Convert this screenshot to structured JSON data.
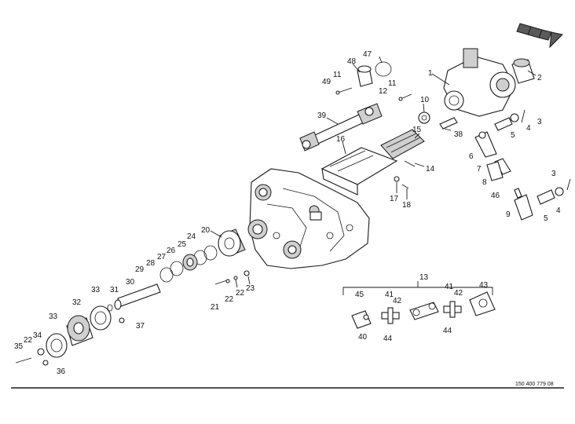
{
  "diagram": {
    "callouts": [
      {
        "id": "c1",
        "text": "1"
      },
      {
        "id": "c2",
        "text": "2"
      },
      {
        "id": "c3a",
        "text": "3"
      },
      {
        "id": "c4a",
        "text": "4"
      },
      {
        "id": "c5a",
        "text": "5"
      },
      {
        "id": "c6",
        "text": "6"
      },
      {
        "id": "c7",
        "text": "7"
      },
      {
        "id": "c8",
        "text": "8"
      },
      {
        "id": "c46",
        "text": "46"
      },
      {
        "id": "c9",
        "text": "9"
      },
      {
        "id": "c3b",
        "text": "3"
      },
      {
        "id": "c4b",
        "text": "4"
      },
      {
        "id": "c5b",
        "text": "5"
      },
      {
        "id": "c47",
        "text": "47"
      },
      {
        "id": "c48",
        "text": "48"
      },
      {
        "id": "c49",
        "text": "49"
      },
      {
        "id": "c11a",
        "text": "11"
      },
      {
        "id": "c11b",
        "text": "11"
      },
      {
        "id": "c12",
        "text": "12"
      },
      {
        "id": "c10",
        "text": "10"
      },
      {
        "id": "c39",
        "text": "39"
      },
      {
        "id": "c38",
        "text": "38"
      },
      {
        "id": "c16",
        "text": "16"
      },
      {
        "id": "c14",
        "text": "14"
      },
      {
        "id": "c15",
        "text": "15"
      },
      {
        "id": "c17",
        "text": "17"
      },
      {
        "id": "c18",
        "text": "18"
      },
      {
        "id": "c20",
        "text": "20"
      },
      {
        "id": "c24",
        "text": "24"
      },
      {
        "id": "c25",
        "text": "25"
      },
      {
        "id": "c26",
        "text": "26"
      },
      {
        "id": "c27",
        "text": "27"
      },
      {
        "id": "c28",
        "text": "28"
      },
      {
        "id": "c29",
        "text": "29"
      },
      {
        "id": "c30",
        "text": "30"
      },
      {
        "id": "c31",
        "text": "31"
      },
      {
        "id": "c33a",
        "text": "33"
      },
      {
        "id": "c32",
        "text": "32"
      },
      {
        "id": "c33b",
        "text": "33"
      },
      {
        "id": "c37",
        "text": "37"
      },
      {
        "id": "c34",
        "text": "34"
      },
      {
        "id": "c22a",
        "text": "22"
      },
      {
        "id": "c35",
        "text": "35"
      },
      {
        "id": "c36",
        "text": "36"
      },
      {
        "id": "c21",
        "text": "21"
      },
      {
        "id": "c22b",
        "text": "22"
      },
      {
        "id": "c22c",
        "text": "22"
      },
      {
        "id": "c23",
        "text": "23"
      },
      {
        "id": "c13",
        "text": "13"
      },
      {
        "id": "c45",
        "text": "45"
      },
      {
        "id": "c41a",
        "text": "41"
      },
      {
        "id": "c42a",
        "text": "42"
      },
      {
        "id": "c40",
        "text": "40"
      },
      {
        "id": "c44a",
        "text": "44"
      },
      {
        "id": "c41b",
        "text": "41"
      },
      {
        "id": "c42b",
        "text": "42"
      },
      {
        "id": "c43",
        "text": "43"
      },
      {
        "id": "c44b",
        "text": "44"
      }
    ],
    "document_number": "150 400 779 08"
  }
}
